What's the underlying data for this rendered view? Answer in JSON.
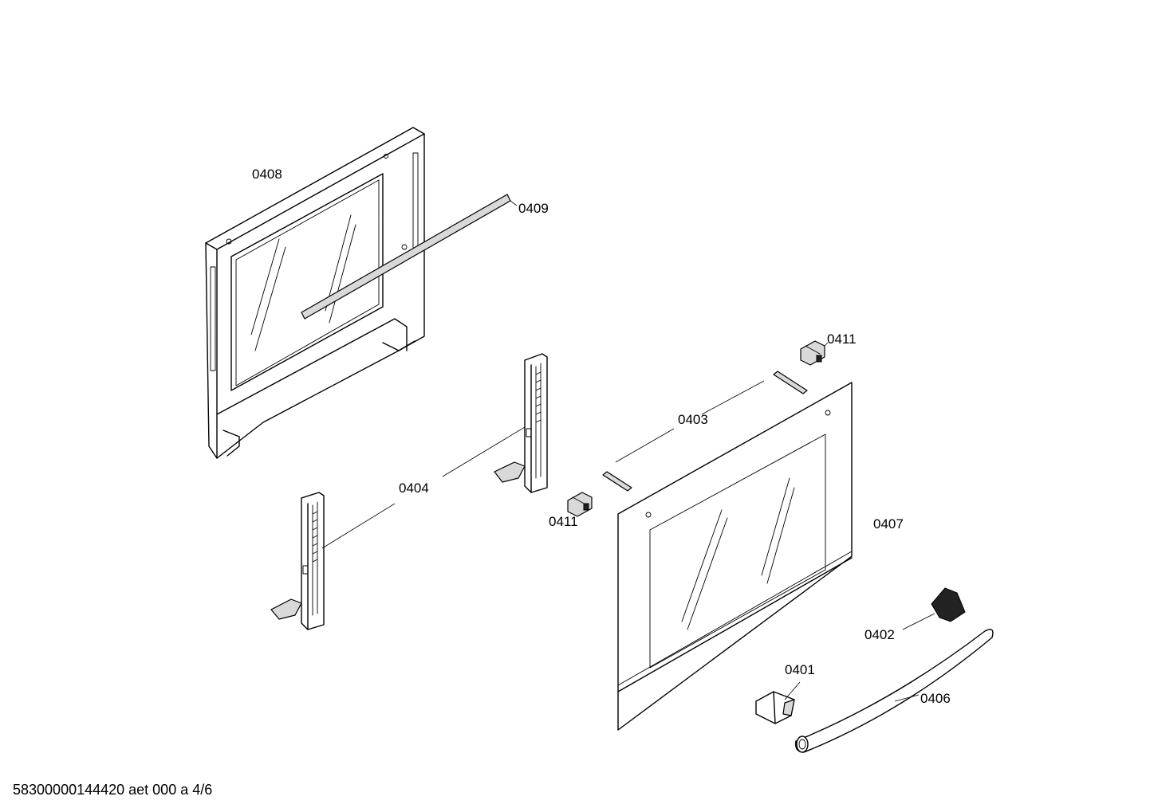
{
  "labels": {
    "part_0408": "0408",
    "part_0409": "0409",
    "part_0411_top": "0411",
    "part_0403": "0403",
    "part_0404": "0404",
    "part_0411_bottom": "0411",
    "part_0407": "0407",
    "part_0402": "0402",
    "part_0401": "0401",
    "part_0406": "0406"
  },
  "footer": {
    "code": "58300000144420 aet 000 a 4/6"
  }
}
